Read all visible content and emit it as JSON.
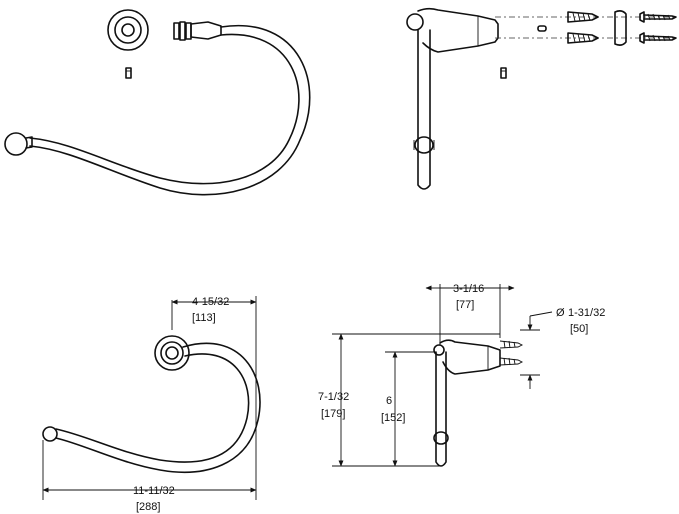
{
  "dimensions": {
    "ring_projection": {
      "fraction": "4-15/32",
      "metric": "[113]"
    },
    "ring_width": {
      "fraction": "11-11/32",
      "metric": "[288]"
    },
    "side_depth": {
      "fraction": "3-1/16",
      "metric": "[77]"
    },
    "flange_diameter": {
      "symbol": "Ø",
      "fraction": "1-31/32",
      "metric": "[50]"
    },
    "overall_height": {
      "fraction": "7-1/32",
      "metric": "[179]"
    },
    "mount_height": {
      "fraction": "6",
      "metric": "[152]"
    }
  }
}
